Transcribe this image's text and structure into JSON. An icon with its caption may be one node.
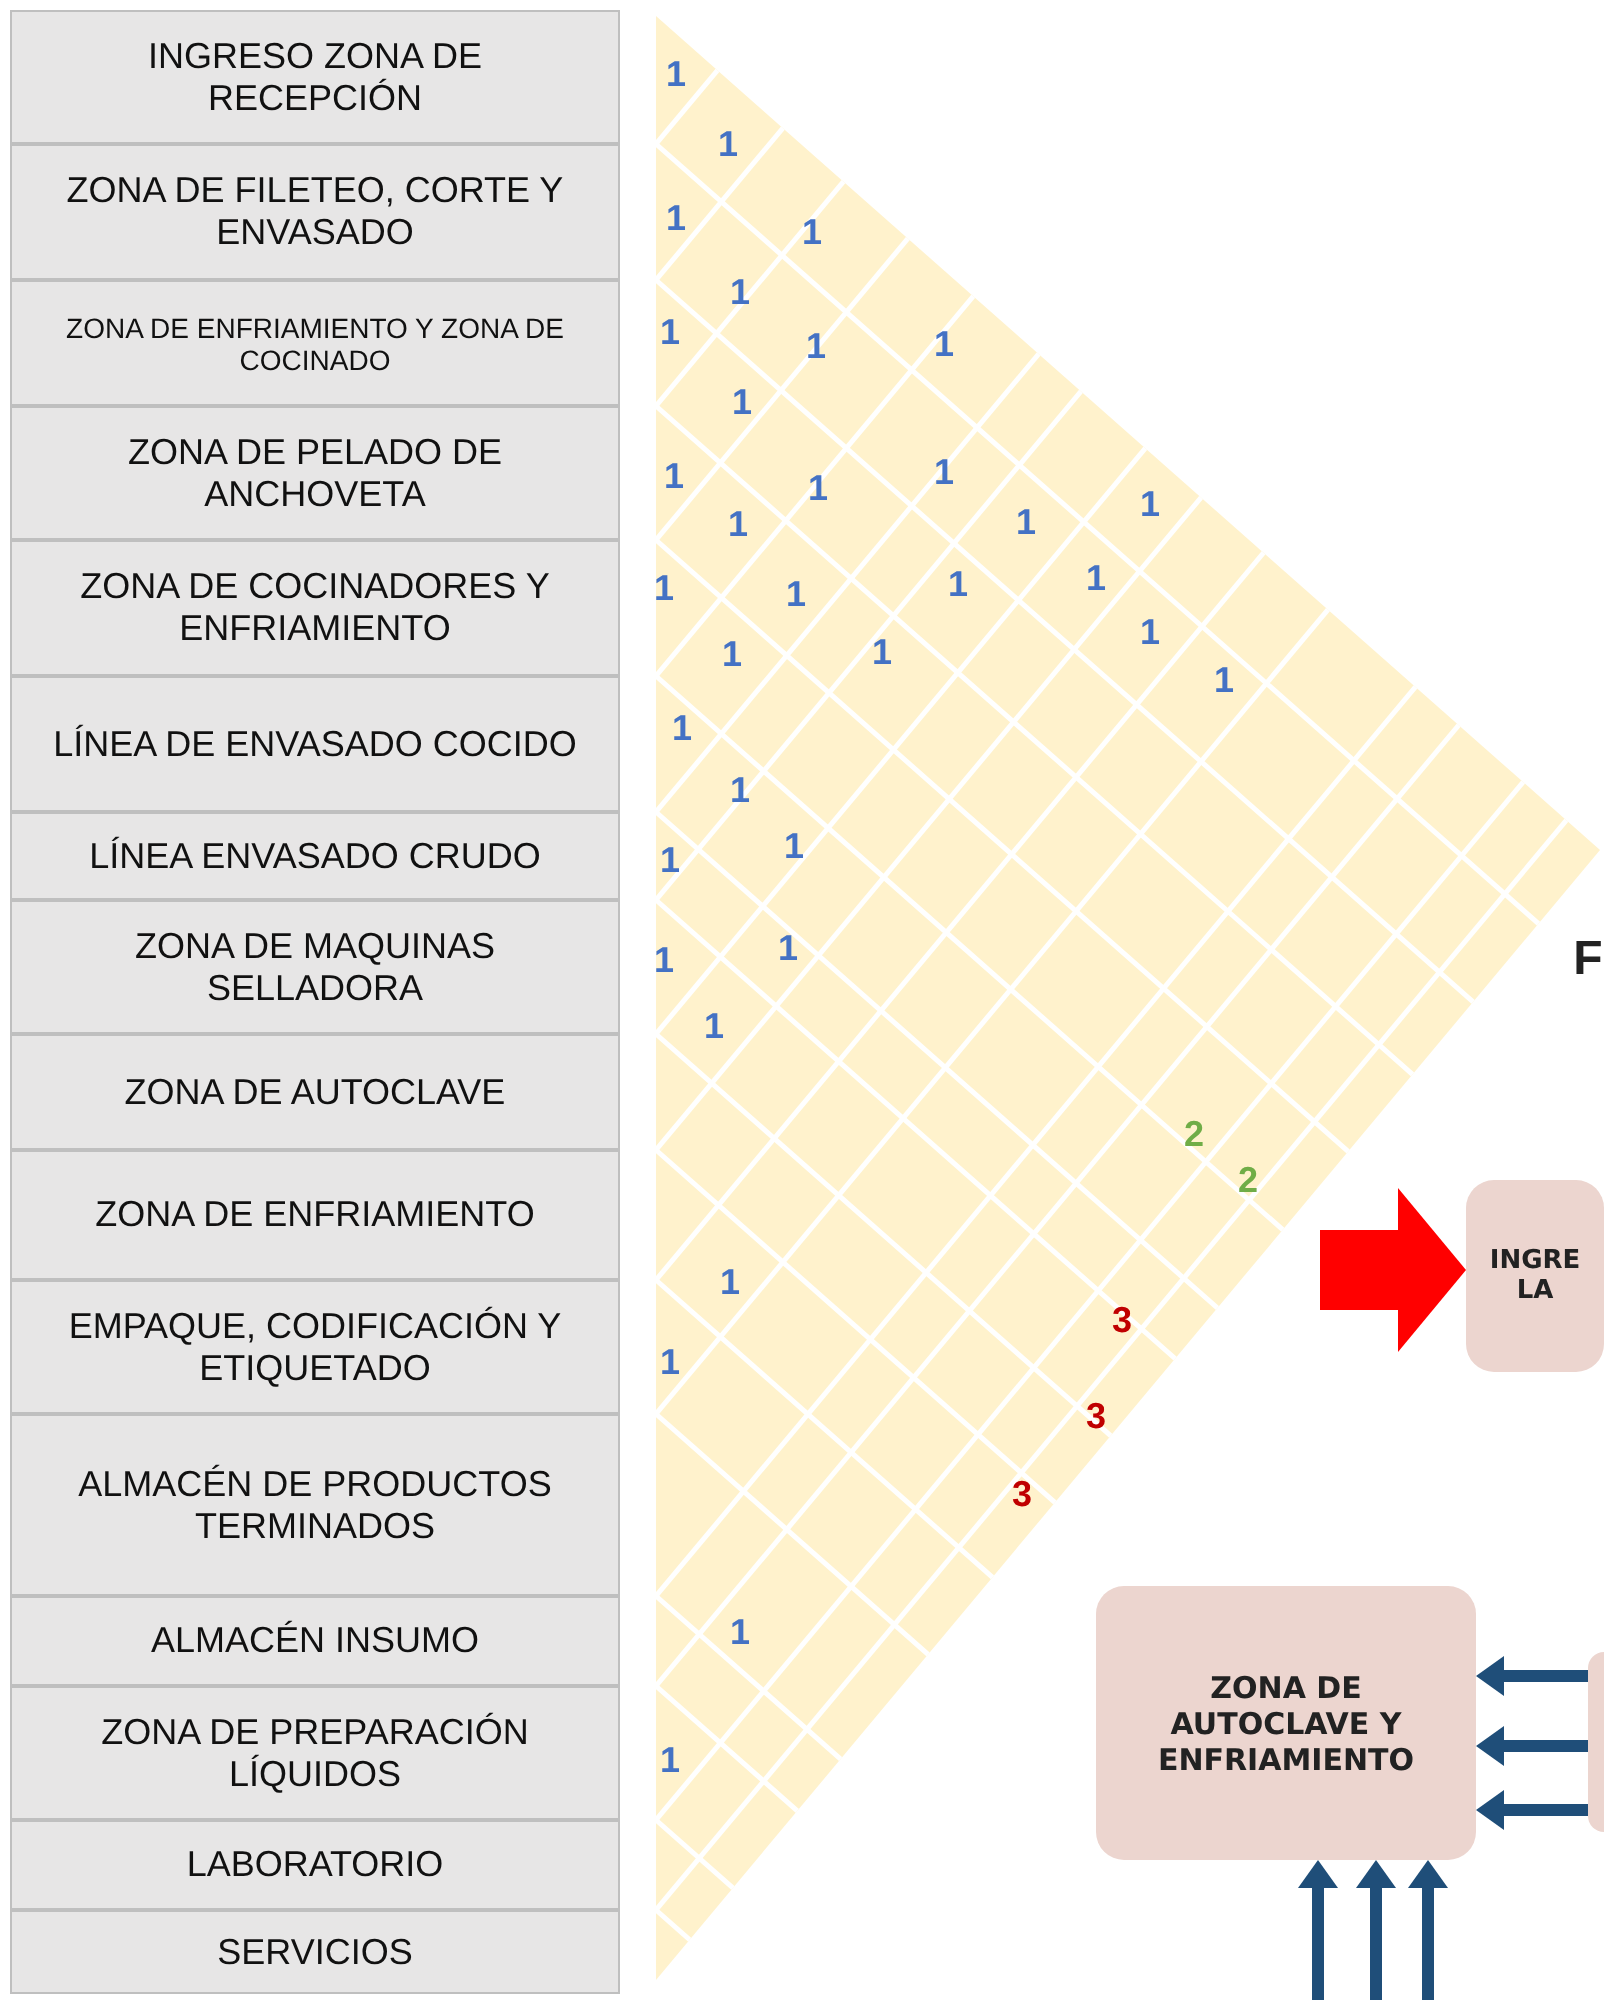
{
  "diagram": {
    "nodes": [
      {
        "text": [
          "INGRESO ZONA DE RECEPCIÓN"
        ]
      },
      {
        "text": [
          "ZONA DE FILETEO, CORTE Y ENVASADO"
        ]
      },
      {
        "text": [
          "ZONA DE ENFRIAMIENTO Y ZONA DE COCINADO"
        ]
      },
      {
        "text": [
          "ZONA DE PELADO DE ANCHOVETA"
        ]
      },
      {
        "text": [
          "ZONA DE COCINADORES Y ENFRIAMIENTO"
        ]
      },
      {
        "text": [
          "LÍNEA DE ENVASADO COCIDO"
        ]
      },
      {
        "text": [
          "LÍNEA ENVASADO CRUDO"
        ]
      },
      {
        "text": [
          "ZONA DE MAQUINAS SELLADORA"
        ]
      },
      {
        "text": [
          "ZONA DE AUTOCLAVE"
        ]
      },
      {
        "text": [
          "ZONA DE ENFRIAMIENTO"
        ]
      },
      {
        "text": [
          "EMPAQUE, CODIFICACIÓN Y ETIQUETADO"
        ]
      },
      {
        "text": [
          "ALMACÉN DE PRODUCTOS TERMINADOS"
        ]
      },
      {
        "text": [
          "ALMACÉN INSUMO"
        ]
      },
      {
        "text": [
          "ZONA DE PREPARACIÓN LÍQUIDOS"
        ]
      },
      {
        "text": [
          "LABORATORIO"
        ]
      },
      {
        "text": [
          "SERVICIOS"
        ]
      },
      {
        "text": [
          "INGRE LA"
        ]
      },
      {
        "text": [
          "ZONA DE AUTOCLAVE Y ENFRIAMIENTO"
        ]
      },
      {
        "text": [],
        "shape": "box"
      }
    ],
    "edges": [
      {
        "from": null,
        "to": 16,
        "arrow": "to",
        "style": "thick",
        "color": "#ff0000"
      },
      {
        "from": 18,
        "to": 17,
        "arrow": "to"
      },
      {
        "from": 18,
        "to": 17,
        "arrow": "to"
      },
      {
        "from": 18,
        "to": 17,
        "arrow": "to"
      },
      {
        "from": null,
        "to": 17,
        "arrow": "to"
      },
      {
        "from": null,
        "to": 17,
        "arrow": "to"
      },
      {
        "from": null,
        "to": 17,
        "arrow": "to"
      }
    ],
    "labels": [
      "1",
      "1",
      "1",
      "1",
      "1",
      "1",
      "1",
      "1",
      "1",
      "1",
      "1",
      "1",
      "1",
      "1",
      "1",
      "1",
      "1",
      "1",
      "1",
      "1",
      "1",
      "1",
      "1",
      "1",
      "1",
      "1",
      "1",
      "1",
      "1",
      "F",
      "1",
      "2",
      "2",
      "1",
      "3",
      "1",
      "3",
      "3",
      "1",
      "1"
    ]
  }
}
